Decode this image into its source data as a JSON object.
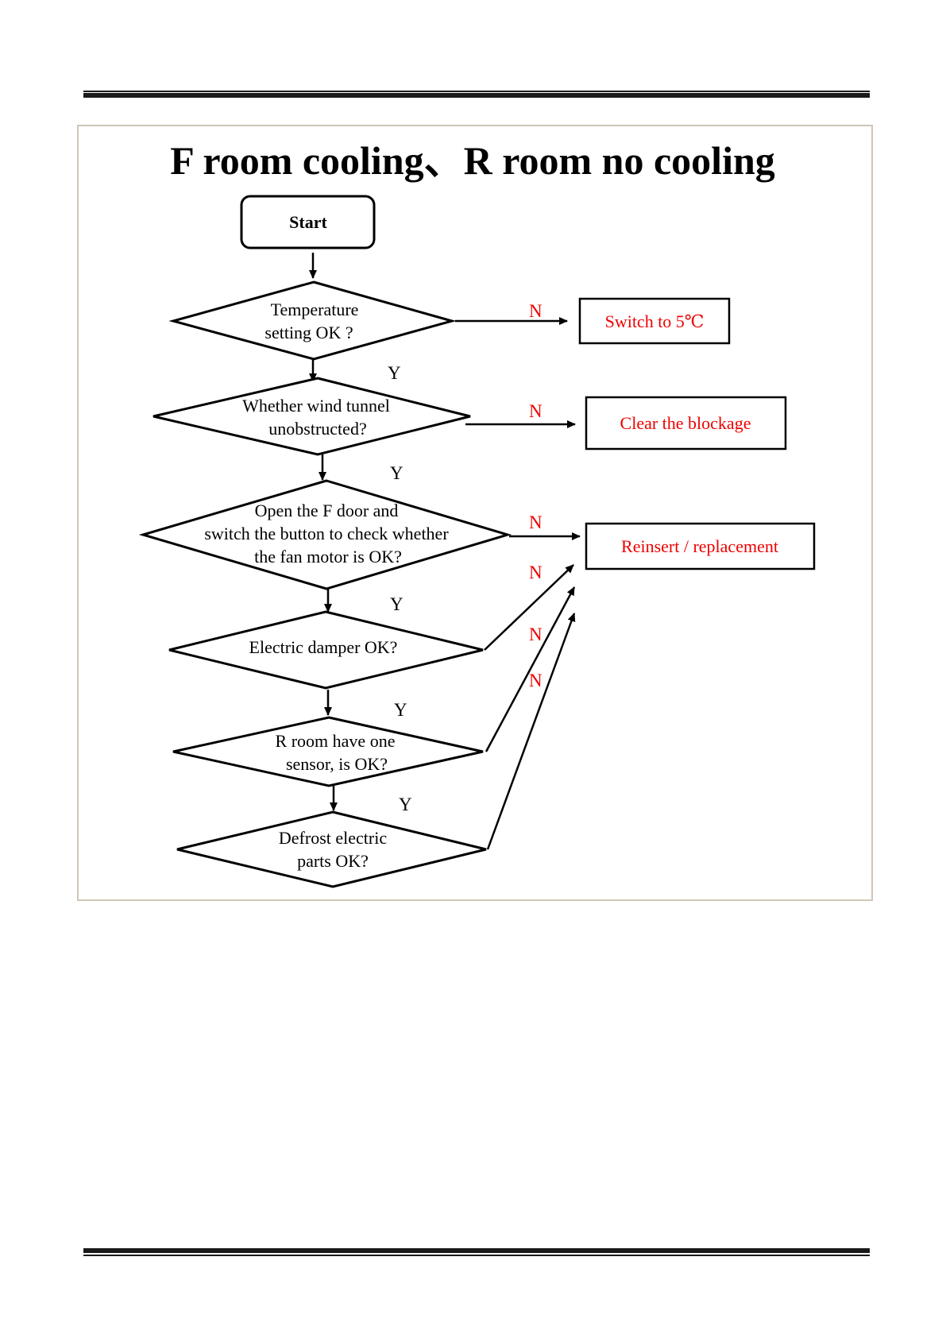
{
  "title": "F room cooling、R room no cooling",
  "nodes": {
    "start": "Start",
    "d1": [
      "Temperature",
      "setting OK ?"
    ],
    "d2": [
      "Whether wind tunnel",
      "unobstructed?"
    ],
    "d3": [
      "Open the F door and",
      "switch the button to check whether",
      "the fan motor is OK?"
    ],
    "d4": [
      "Electric damper OK?"
    ],
    "d5": [
      "R room have one",
      "sensor, is OK?"
    ],
    "d6": [
      "Defrost electric",
      "parts OK?"
    ]
  },
  "actions": {
    "a1": "Switch to 5℃",
    "a2": "Clear the blockage",
    "a3": "Reinsert / replacement"
  },
  "branch_labels": {
    "yes": "Y",
    "no": "N"
  },
  "colors": {
    "action_text": "#ee0000",
    "frame_border": "#cfc6b8",
    "rule": "#1a1a1a"
  }
}
